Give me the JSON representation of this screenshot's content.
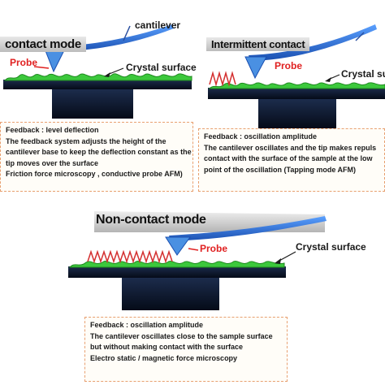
{
  "panels": {
    "contact": {
      "title": "contact mode",
      "cantilever_label": "cantilever",
      "probe_label": "Probe",
      "crystal_label": "Crystal surface",
      "feedback_lines": [
        "Feedback : level deflection",
        "The feedback system adjusts the height of the",
        "cantilever base to keep the deflection constant as the",
        "tip moves over the surface",
        "Friction force microscopy , conductive probe AFM)"
      ]
    },
    "intermittent": {
      "title": "Intermittent contact",
      "probe_label": "Probe",
      "crystal_label": "Crystal su",
      "feedback_lines": [
        "Feedback : oscillation amplitude",
        "The cantilever oscillates and the tip makes repuls",
        "contact with the surface of the sample at the low",
        "point of the oscillation (Tapping mode AFM)"
      ]
    },
    "noncontact": {
      "title": "Non-contact mode",
      "probe_label": "Probe",
      "crystal_label": "Crystal surface",
      "feedback_lines": [
        "Feedback : oscillation amplitude",
        "The cantilever oscillates close to the sample surface",
        "but without making contact with the surface",
        "Electro static / magnetic force microscopy"
      ]
    }
  },
  "colors": {
    "cantilever": "#2a6fd6",
    "probe_tip": "#4a90e2",
    "surface": "#3cc83c",
    "stage": "#0b1830",
    "probe_text": "#e02020",
    "wave": "#d43030",
    "box_border": "#e8a070"
  }
}
